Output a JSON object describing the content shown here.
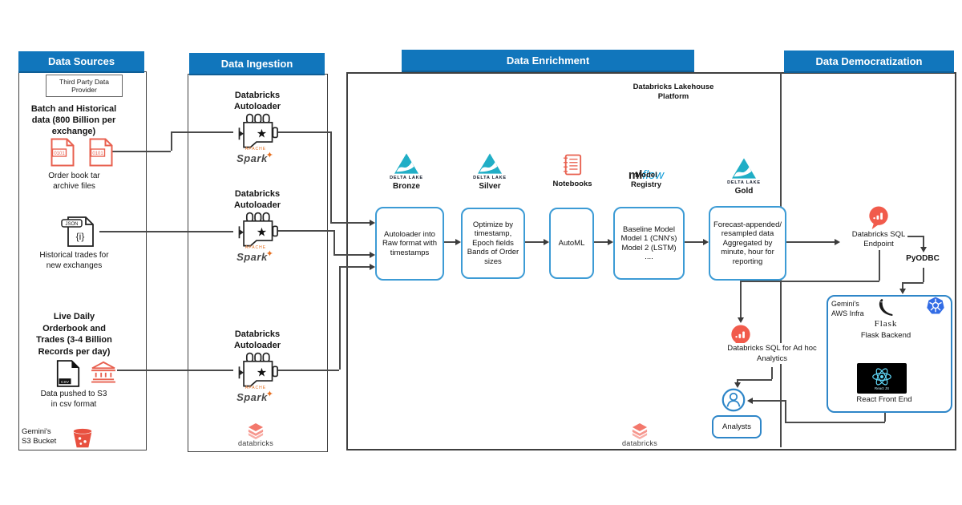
{
  "headers": {
    "data_sources": "Data Sources",
    "data_ingestion": "Data Ingestion",
    "data_enrichment": "Data Enrichment",
    "data_democratization": "Data Democratization"
  },
  "colors": {
    "header_blue": "#1176BC",
    "accent_red": "#E8604F",
    "sql_bubble_red": "#F15B4C",
    "delta_teal": "#20AEC6",
    "spark_orange": "#E66F20",
    "mlflow_blue": "#0F9BD7",
    "kubernetes_blue": "#326CE5",
    "react_cyan": "#61DAFB",
    "step_box_border": "#3C9BD5",
    "person_blue": "#2E86C8"
  },
  "brand": {
    "databricks": "databricks",
    "spark": "Spark",
    "spark_apache": "APACHE",
    "delta_lake": "DELTA LAKE"
  },
  "sources": {
    "third_party_provider": "Third Party Data\nProvider",
    "batch_historical": "Batch and Historical\ndata (800 Billion per\nexchange)",
    "binary_file_label": "0101",
    "order_book": "Order book tar\narchive files",
    "json_file_label": "JSON",
    "json_glyph": "{i}",
    "historical_trades": "Historical trades for\nnew exchanges",
    "live_daily": "Live Daily\nOrderbook and\nTrades (3-4 Billion\nRecords per day)",
    "csv_file_label": "CSV",
    "data_pushed": "Data pushed to S3\nin csv format",
    "bucket_label": "Gemini's\nS3 Bucket"
  },
  "ingestion": {
    "autoloader_label": "Databricks\nAutoloader"
  },
  "enrichment": {
    "platform_label": "Databricks Lakehouse\nPlatform",
    "delta_tiers": {
      "bronze": "Bronze",
      "silver": "Silver",
      "gold": "Gold"
    },
    "notebooks_label": "Notebooks",
    "mlflow_ml": "ml",
    "mlflow_flow": "flow",
    "model_registry": "Model\nRegistry",
    "steps": {
      "autoloader_raw": "Autoloader into\nRaw format with\ntimestamps",
      "optimize": "Optimize by\ntimestamp,\nEpoch fields\nBands of Order\nsizes",
      "automl": "AutoML",
      "baseline": "Baseline Model\nModel 1 (CNN's)\nModel 2 (LSTM)\n....",
      "forecast": "Forecast-appended/\nresampled data\nAggregated by\nminute, hour for\nreporting"
    }
  },
  "democratization": {
    "sql_endpoint": "Databricks SQL\nEndpoint",
    "pyodbc": "PyODBC",
    "adhoc": "Databricks SQL for Ad hoc\nAnalytics",
    "analysts": "Analysts",
    "aws_infra": "Gemini's\nAWS Infra",
    "flask_logo": "Flask",
    "flask_backend": "Flask Backend",
    "react_js": "React JS",
    "react_front_end": "React Front End"
  }
}
